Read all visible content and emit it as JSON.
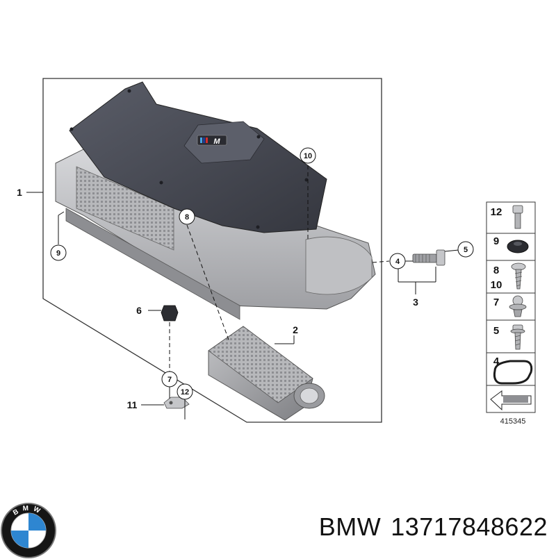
{
  "footer": {
    "brand": "BMW",
    "part_number": "13717848622"
  },
  "logo_letters": "BMW",
  "diagram_id": "415345",
  "cover_badge": "M",
  "callouts": {
    "c1": "1",
    "c2": "2",
    "c3": "3",
    "c4": "4",
    "c5": "5",
    "c6": "6",
    "c7": "7",
    "c8": "8",
    "c9": "9",
    "c10": "10",
    "c11": "11",
    "c12": "12"
  },
  "legend": [
    {
      "label": "12",
      "icon": "bolt-icon"
    },
    {
      "label": "9",
      "icon": "grommet-icon"
    },
    {
      "label": "8\n10",
      "icon": "screw-icon"
    },
    {
      "label": "7",
      "icon": "expansion-rivet-icon"
    },
    {
      "label": "5",
      "icon": "flange-screw-icon"
    },
    {
      "label": "4",
      "icon": "seal-ring-icon"
    },
    {
      "label": "",
      "icon": "arrow-direction-icon"
    }
  ],
  "colors": {
    "cover": "#4a4d57",
    "housing": "#c9cacd",
    "filter": "#a9aaad",
    "line": "#000000"
  }
}
